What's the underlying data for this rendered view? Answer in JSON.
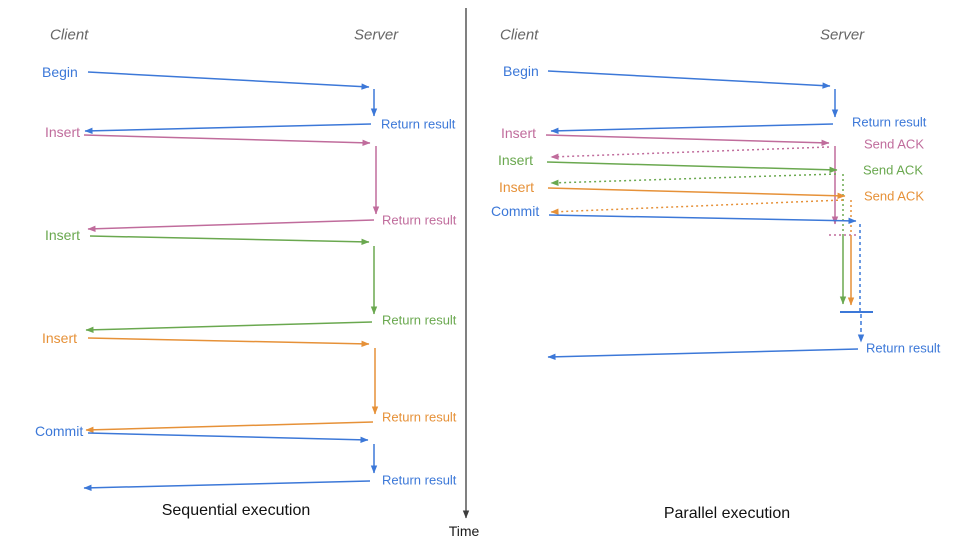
{
  "colors": {
    "blue": "#3c78d8",
    "pink": "#c06c9c",
    "green": "#6aa84f",
    "orange": "#e69138",
    "axis": "#3d3d3d",
    "header_gray": "#666666"
  },
  "time_axis": {
    "label": "Time"
  },
  "sequential": {
    "caption": "Sequential execution",
    "client_header": "Client",
    "server_header": "Server",
    "steps": [
      {
        "request": "Begin",
        "response": "Return result"
      },
      {
        "request": "Insert",
        "response": "Return result"
      },
      {
        "request": "Insert",
        "response": "Return result"
      },
      {
        "request": "Insert",
        "response": "Return result"
      },
      {
        "request": "Commit",
        "response": "Return result"
      }
    ]
  },
  "parallel": {
    "caption": "Parallel execution",
    "client_header": "Client",
    "server_header": "Server",
    "steps": [
      {
        "request": "Begin",
        "response": "Return result"
      },
      {
        "request": "Insert",
        "response": "Send ACK"
      },
      {
        "request": "Insert",
        "response": "Send ACK"
      },
      {
        "request": "Insert",
        "response": "Send ACK"
      },
      {
        "request": "Commit",
        "response": "Return result"
      }
    ]
  }
}
